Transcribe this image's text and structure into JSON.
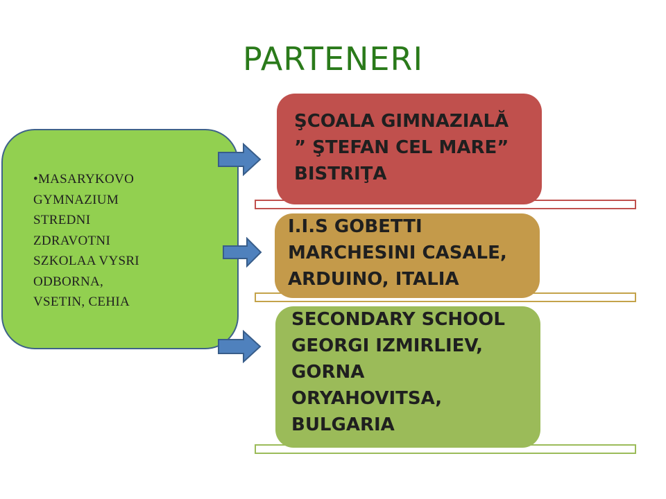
{
  "title": "PARTENERI",
  "colors": {
    "title": "#2a7a1a",
    "source_fill": "#92d050",
    "source_border": "#3e6289",
    "arrow_fill": "#4f81bd",
    "arrow_border": "#385d8a",
    "partner1_fill": "#c0504d",
    "partner1_bar": "#c0504d",
    "partner2_fill": "#c49a4a",
    "partner2_bar": "#c4a34a",
    "partner3_fill": "#9bbb59",
    "partner3_bar": "#9bbb59",
    "text": "#1f1f1f"
  },
  "source": {
    "lines": [
      "•MASARYKOVO",
      "GYMNAZIUM",
      "STREDNI",
      "ZDRAVOTNI",
      "SZKOLAA VYSRI",
      "ODBORNA,",
      "VSETIN, CEHIA"
    ]
  },
  "partners": [
    {
      "lines": [
        "ŞCOALA GIMNAZIALĂ",
        "” ŞTEFAN CEL MARE”",
        "BISTRIŢA"
      ]
    },
    {
      "lines": [
        "I.I.S GOBETTI",
        "MARCHESINI CASALE,",
        "ARDUINO, ITALIA"
      ]
    },
    {
      "lines": [
        "SECONDARY SCHOOL",
        "GEORGI IZMIRLIEV,",
        "GORNA",
        "ORYAHOVITSA,",
        "BULGARIA"
      ]
    }
  ]
}
